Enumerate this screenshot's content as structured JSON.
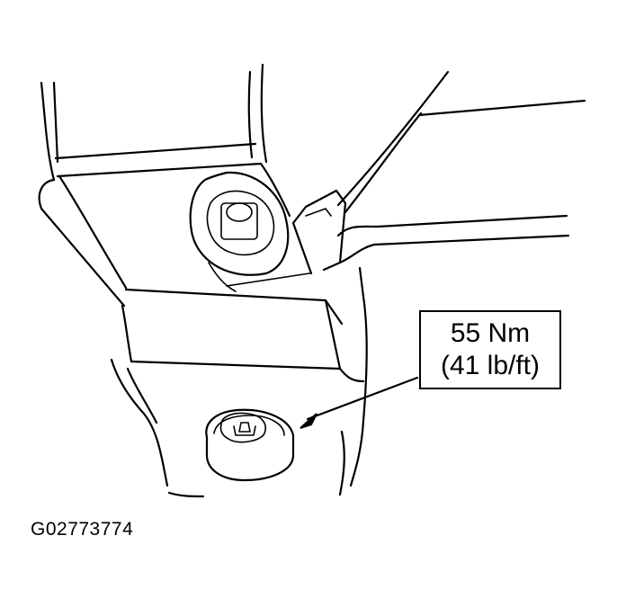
{
  "callout": {
    "torque_nm": "55 Nm",
    "torque_lbft": "(41 lb/ft)"
  },
  "figure_id": "G02773774"
}
